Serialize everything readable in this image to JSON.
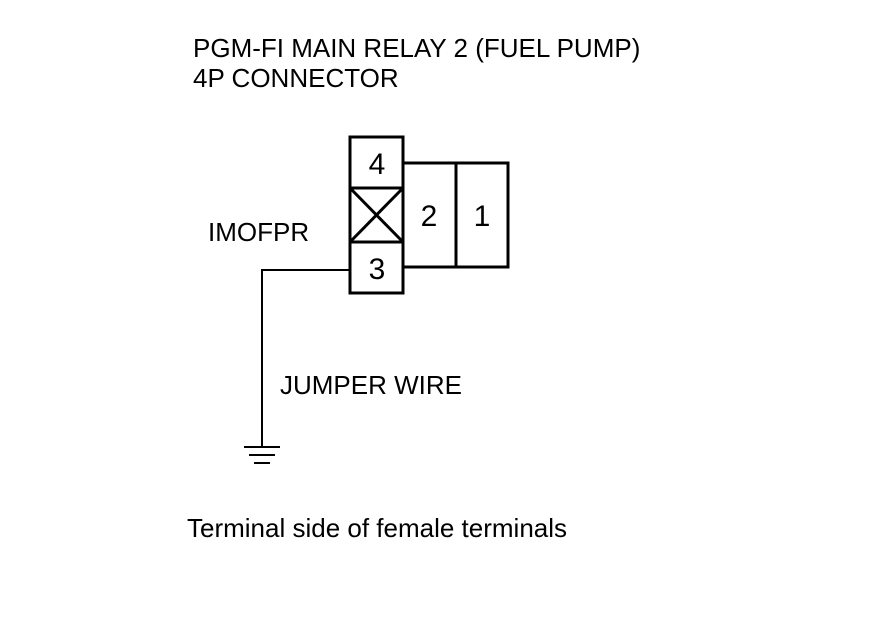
{
  "title": {
    "line1": "PGM-FI MAIN RELAY 2 (FUEL PUMP)",
    "line2": "4P CONNECTOR"
  },
  "connector": {
    "pins": [
      "4",
      "2",
      "1",
      "3"
    ],
    "empty_cavity_marked": true
  },
  "wire_label": "IMOFPR",
  "jumper_label": "JUMPER WIRE",
  "caption": "Terminal side of female terminals",
  "colors": {
    "line": "#000000",
    "background": "#ffffff"
  }
}
